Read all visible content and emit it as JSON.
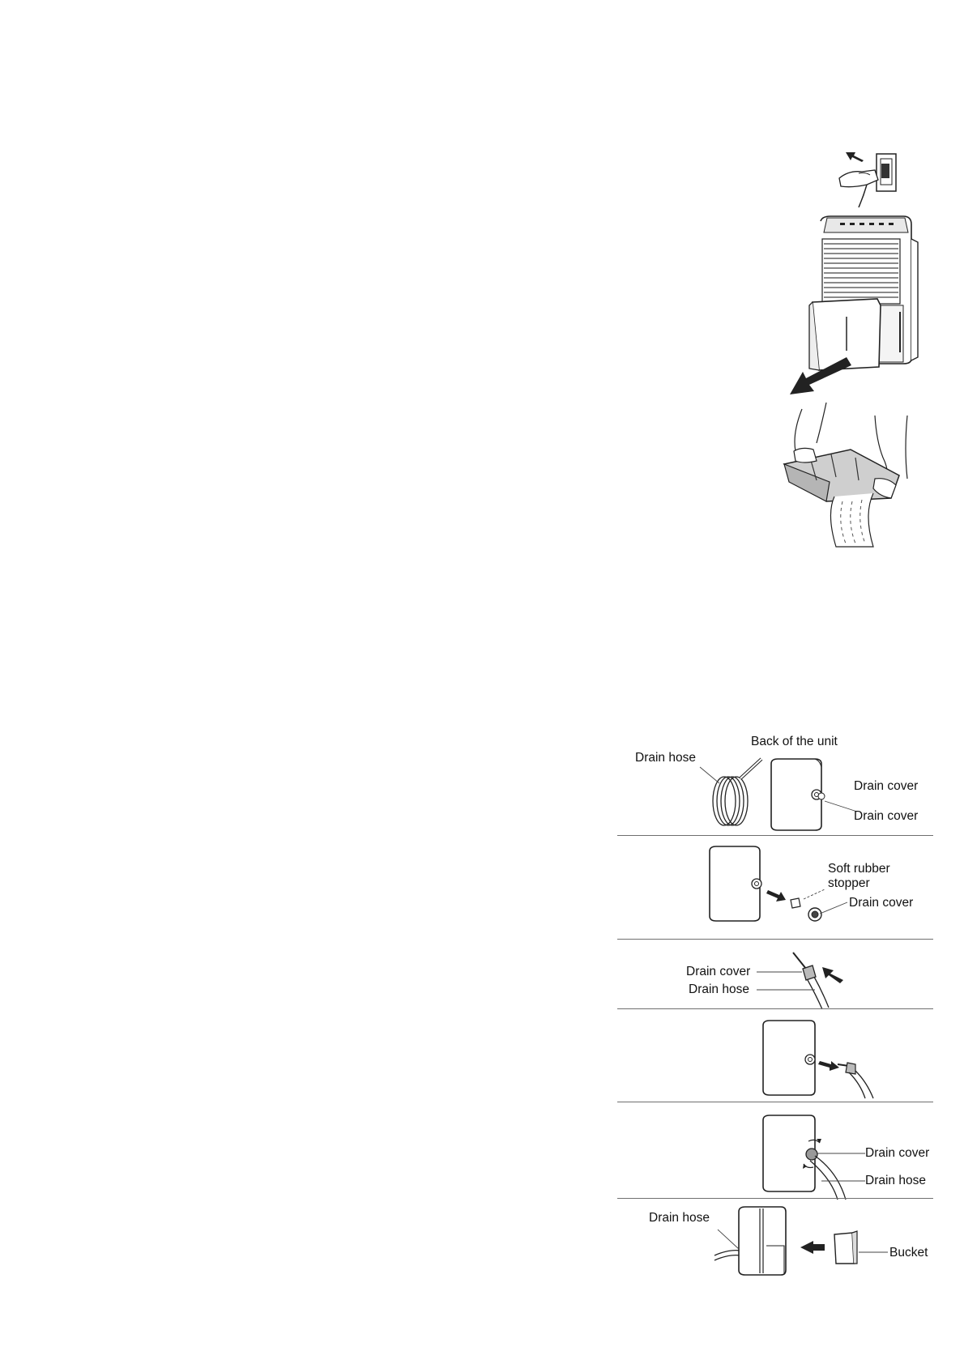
{
  "drainage_labels": {
    "back_of_unit": "Back of the unit",
    "drain_hose": "Drain hose",
    "drain_cover": "Drain cover",
    "soft_rubber_stopper_line1": "Soft rubber",
    "soft_rubber_stopper_line2": "stopper",
    "bucket": "Bucket"
  }
}
